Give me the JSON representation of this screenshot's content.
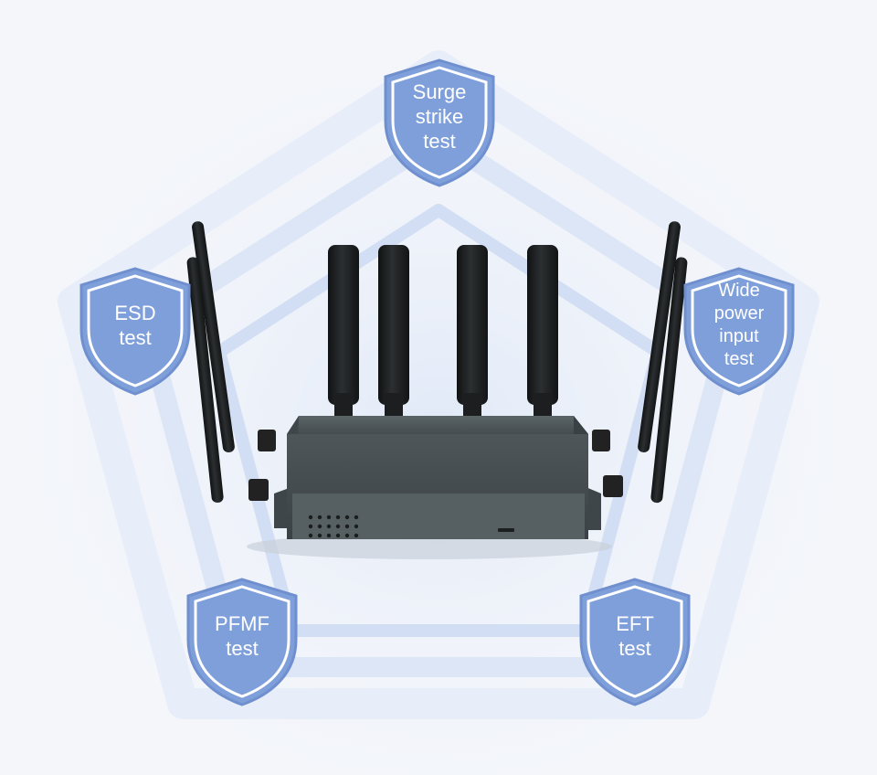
{
  "badges": [
    {
      "id": "surge",
      "label": "Surge\nstrike\ntest"
    },
    {
      "id": "esd",
      "label": "ESD\ntest"
    },
    {
      "id": "wide-power",
      "label": "Wide\npower\ninput\ntest"
    },
    {
      "id": "pfmf",
      "label": "PFMF\ntest"
    },
    {
      "id": "eft",
      "label": "EFT\ntest"
    }
  ],
  "colors": {
    "background": "#f4f6fa",
    "shield_fill": "#7f9fdb",
    "shield_border": "#ffffff",
    "shield_outline": "#6f8fce",
    "device_body": "#4b5356",
    "antenna": "#1b1d1e"
  },
  "icons": [
    "shield-icon",
    "router-image"
  ]
}
